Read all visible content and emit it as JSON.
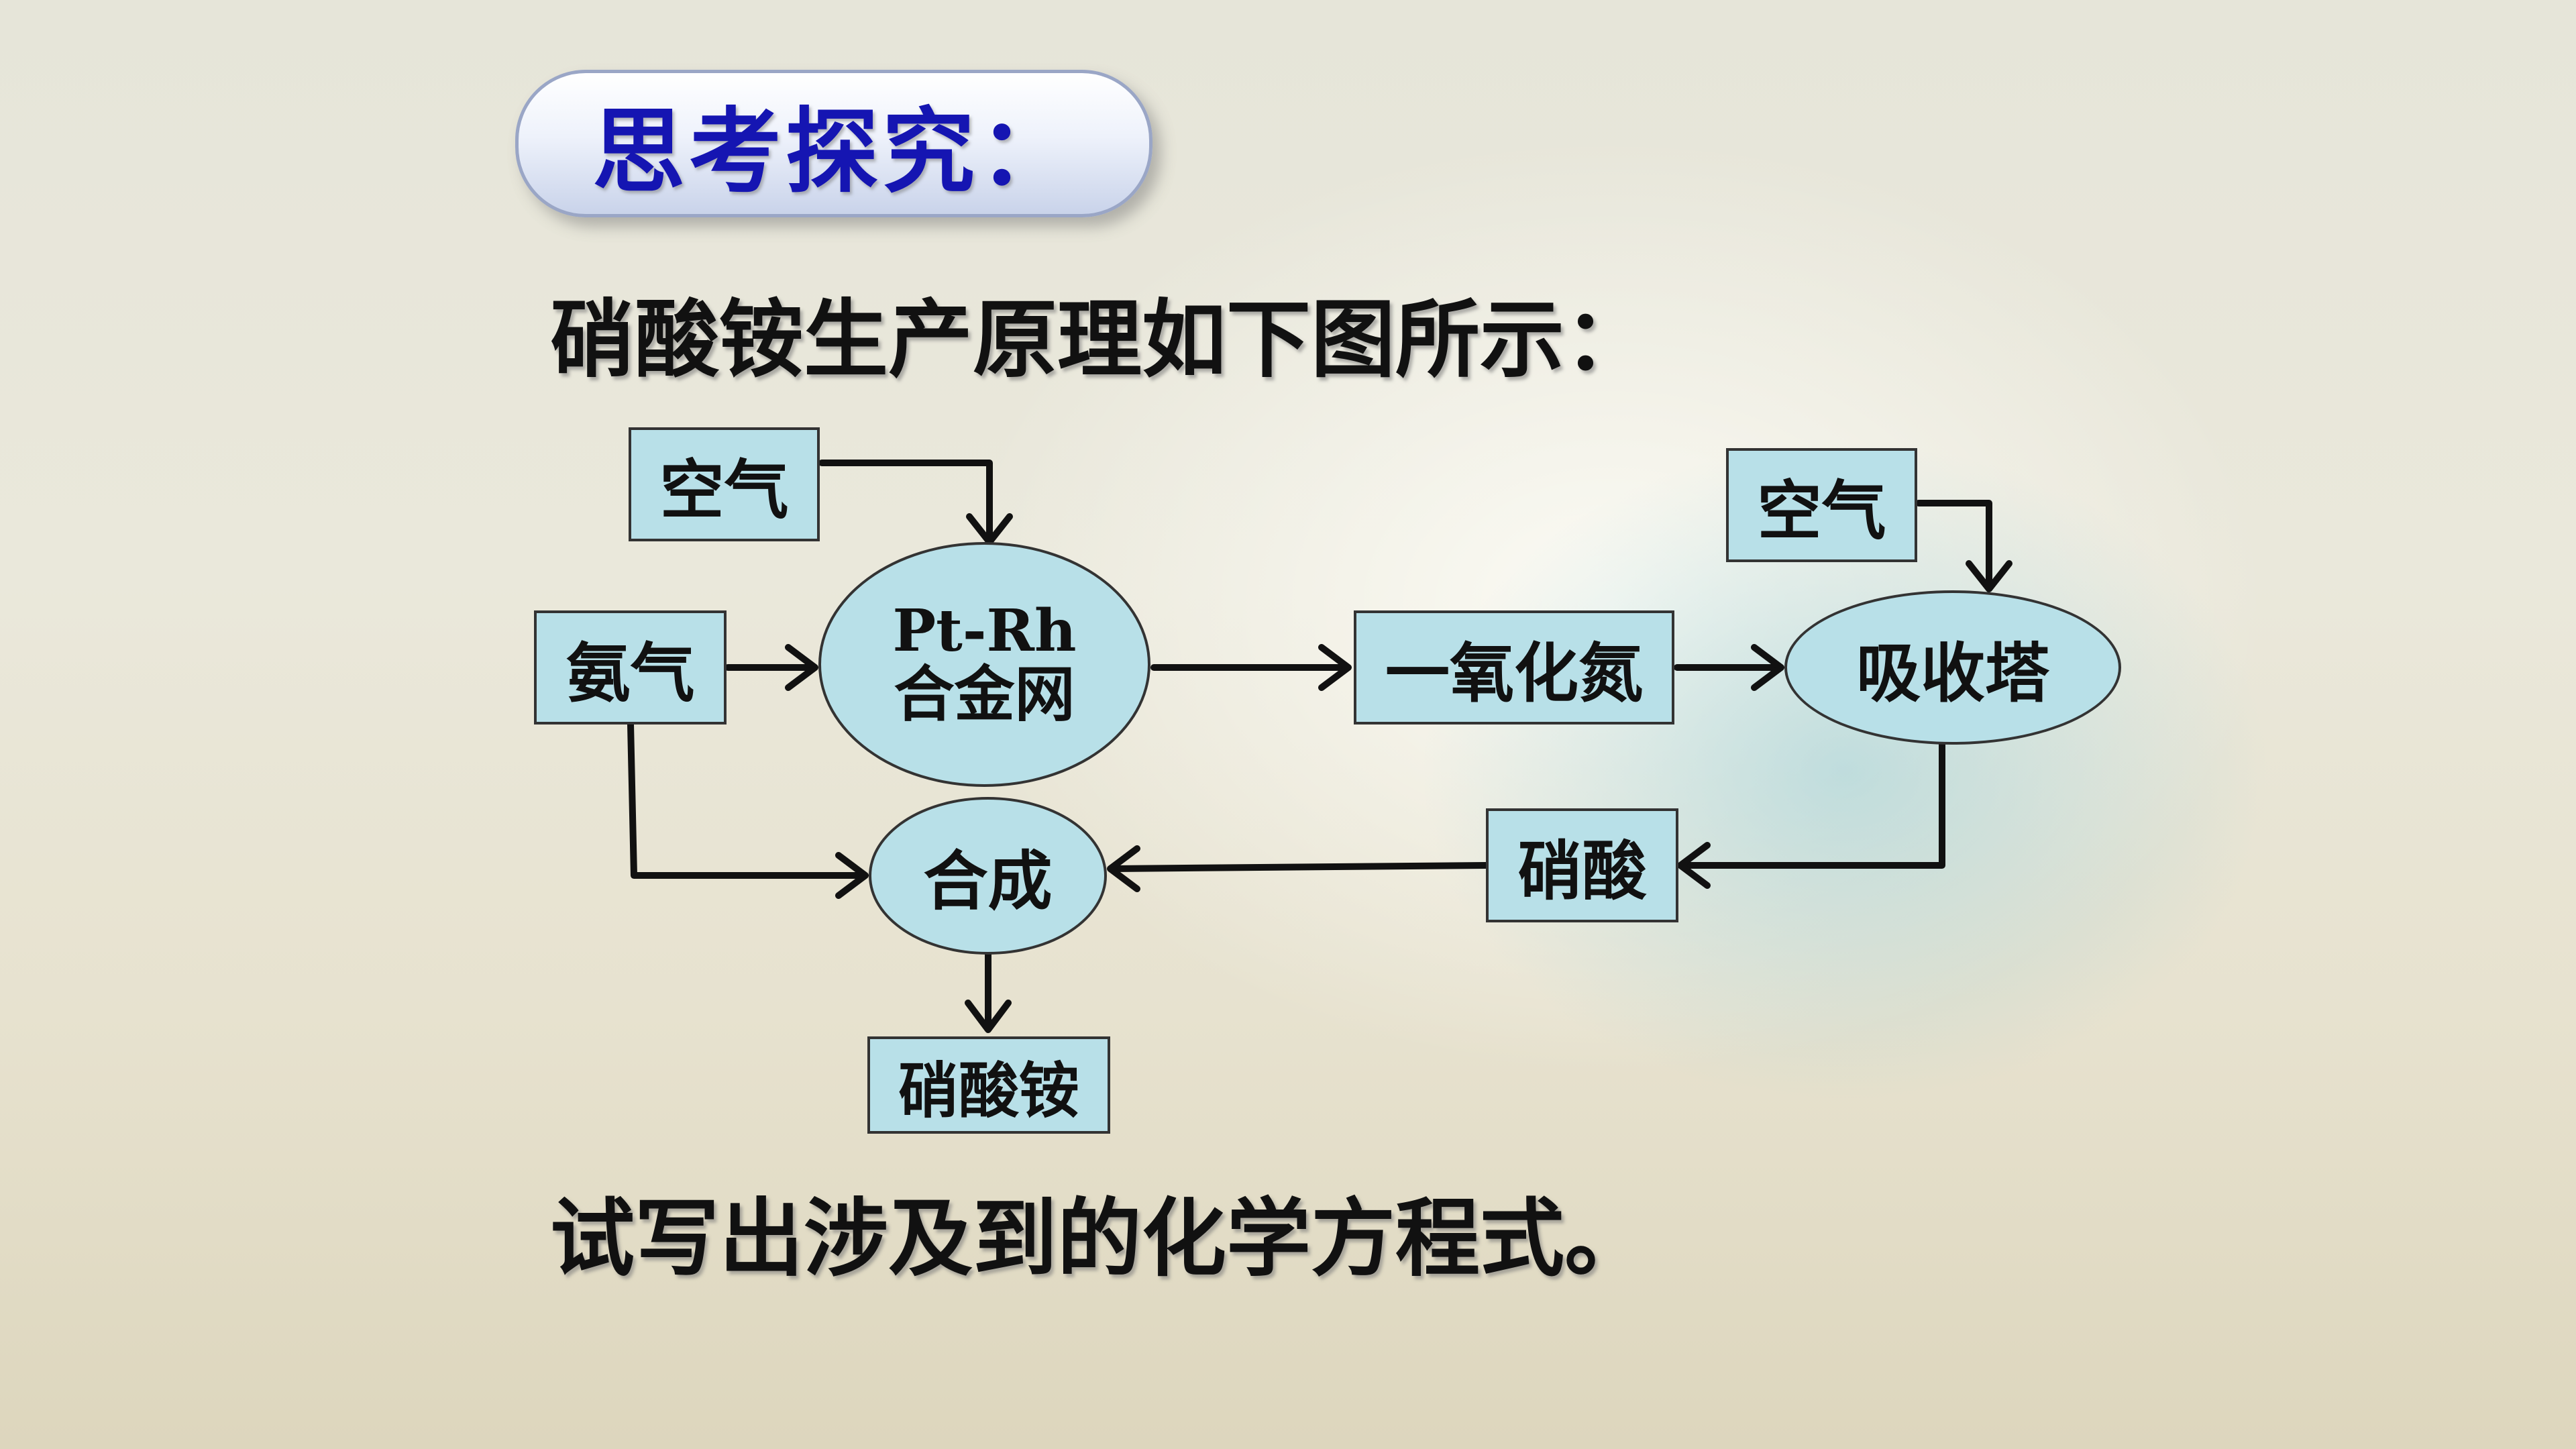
{
  "heading": "思考探究：",
  "intro": "硝酸铵生产原理如下图所示：",
  "question": "试写出涉及到的化学方程式。",
  "diagram": {
    "nodes": {
      "air_left": "空气",
      "ammonia": "氨气",
      "catalyst_line1": "Pt-Rh",
      "catalyst_line2": "合金网",
      "nitric_oxide": "一氧化氮",
      "air_right": "空气",
      "absorber": "吸收塔",
      "nitric_acid": "硝酸",
      "synthesis": "合成",
      "product": "硝酸铵"
    }
  },
  "colors": {
    "heading_text": "#1515b2",
    "node_fill": "#b8e0e8",
    "node_border": "#333333",
    "arrow": "#111111"
  }
}
